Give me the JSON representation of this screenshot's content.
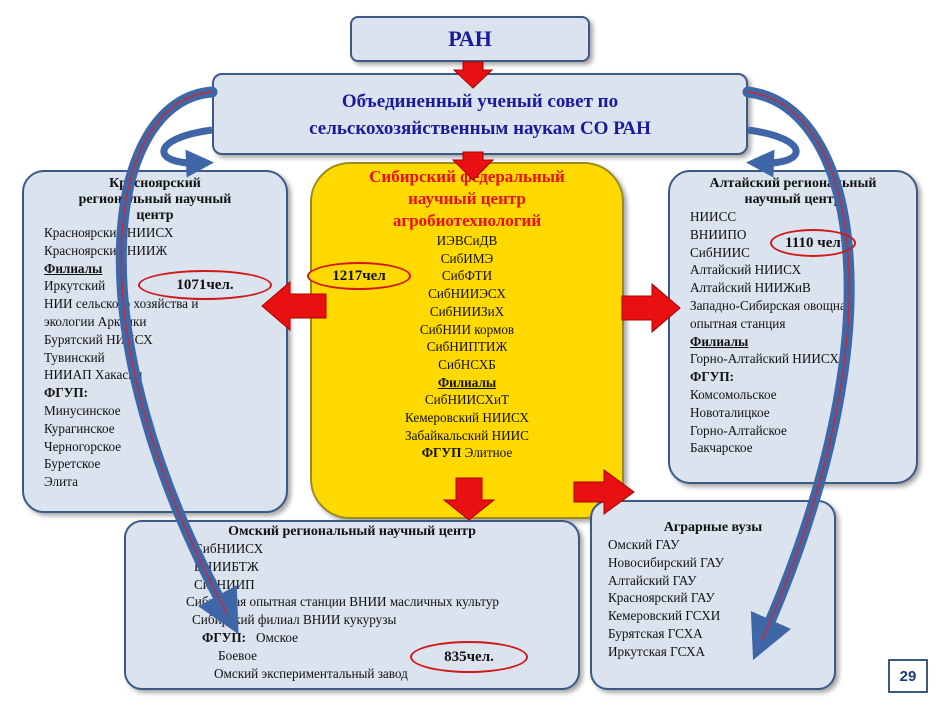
{
  "ran": {
    "label": "РАН"
  },
  "council": {
    "line1": "Объединенный ученый совет по",
    "line2": "сельскохозяйственным наукам СО РАН"
  },
  "krasnoyarsk": {
    "title1": "Красноярский",
    "title2": "региональный научный",
    "title3": "центр",
    "lines": [
      "Красноярский НИИСХ",
      "Красноярский НИИЖ"
    ],
    "branches_label": "Филиалы",
    "branches": [
      "Иркутский",
      "НИИ сельского хозяйства и",
      "экологии Арктики",
      "Бурятский НИИСХ",
      "Тувинский",
      "НИИАП Хакасии"
    ],
    "fgup_label": "ФГУП:",
    "fgup": [
      "Минусинское",
      "Курагинское",
      "Черногорское",
      "Буретское",
      "Элита"
    ],
    "staff": "1071чел."
  },
  "center": {
    "title1": "Сибирский федеральный",
    "title2": "научный центр",
    "title3": "агробиотехнологий",
    "lines": [
      "ИЭВСиДВ",
      "СибИМЭ",
      "СибФТИ",
      "СибНИИЭСХ",
      "СибНИИЗиХ",
      "СибНИИ кормов",
      "СибНИПТИЖ",
      "СибНСХБ"
    ],
    "branches_label": "Филиалы",
    "branches": [
      "СибНИИСХиТ",
      "Кемеровский НИИСХ",
      "Забайкальский  НИИС"
    ],
    "fgup_label": "ФГУП",
    "fgup_name": " Элитное",
    "staff": "1217чел"
  },
  "altai": {
    "title1": "Алтайский региональный",
    "title2": "научный центр",
    "lines": [
      "НИИСС",
      "ВНИИПО",
      "СибНИИС",
      "Алтайский НИИСХ",
      "Алтайский НИИЖиВ",
      "Западно-Сибирская овощная",
      "опытная станция"
    ],
    "branches_label": "Филиалы",
    "branches": [
      "Горно-Алтайский НИИСХ"
    ],
    "fgup_label": "ФГУП:",
    "fgup": [
      "Комсомольское",
      "Новоталицкое",
      "Горно-Алтайское",
      "Бакчарское"
    ],
    "staff": "1110 чел"
  },
  "omsk": {
    "title": "Омский региональный научный центр",
    "lines": [
      "СибНИИСХ",
      "ВНИИБТЖ",
      "СибНИИП",
      "Сибирская опытная  станции ВНИИ масличных  культур",
      "Сибирский филиал ВНИИ кукурузы"
    ],
    "fgup_label": "ФГУП:",
    "fgup": [
      "Омское",
      "Боевое",
      "Омский экспериментальный завод"
    ],
    "staff": "835чел."
  },
  "agrarian": {
    "title": "Аграрные вузы",
    "lines": [
      "Омский ГАУ",
      "Новосибирский ГАУ",
      "Алтайский ГАУ",
      "Красноярский ГАУ",
      "Кемеровский ГСХИ",
      "Бурятская ГСХА",
      "Иркутская ГСХА"
    ]
  },
  "page_number": "29",
  "colors": {
    "box_fill": "#dbe3ef",
    "box_border": "#3c5a86",
    "center_fill": "#ffd900",
    "accent_red": "#e81010",
    "title_blue": "#1a1a9e",
    "curved_arrow": "#3f67a8"
  }
}
